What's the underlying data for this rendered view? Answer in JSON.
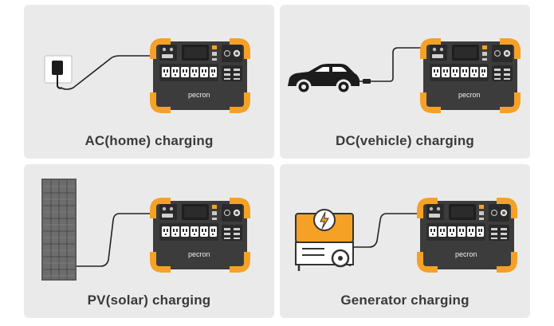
{
  "panels": [
    {
      "id": "ac",
      "caption": "AC(home) charging",
      "source": "wall-outlet"
    },
    {
      "id": "dc",
      "caption": "DC(vehicle) charging",
      "source": "car"
    },
    {
      "id": "pv",
      "caption": "PV(solar) charging",
      "source": "solar-panel"
    },
    {
      "id": "gen",
      "caption": "Generator charging",
      "source": "generator"
    }
  ],
  "device": {
    "brand": "pecron"
  },
  "colors": {
    "panel_bg": "#ebeaea",
    "device_body": "#3c3c3c",
    "device_accent": "#f5a126",
    "cable": "#222222",
    "caption_text": "#3a3a3a"
  }
}
